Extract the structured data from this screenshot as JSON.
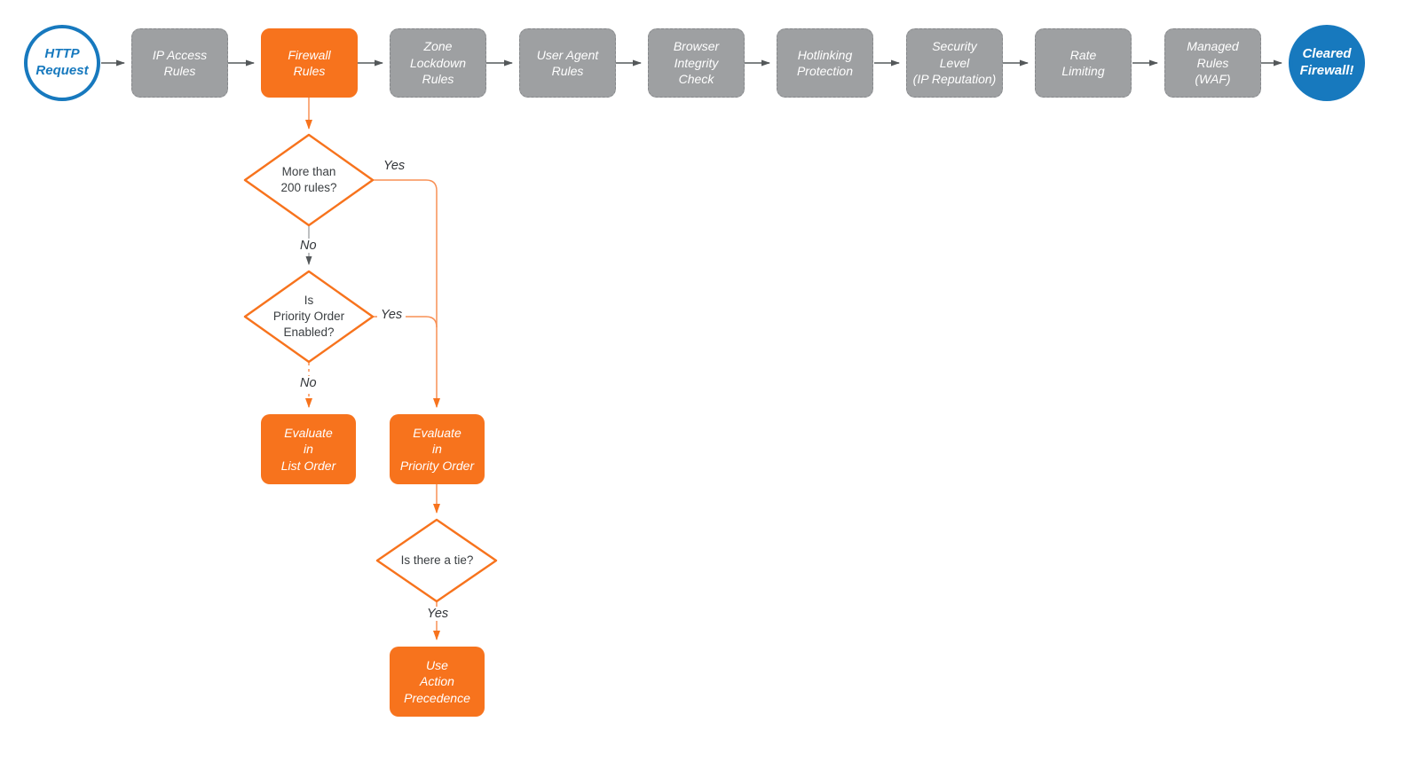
{
  "colors": {
    "orange": "#F7731D",
    "blue": "#1779BE",
    "gray_box": "#9EA0A2",
    "arrow_gray": "#54585A"
  },
  "pipeline": {
    "start_label": "HTTP\nRequest",
    "steps": [
      {
        "label": "IP Access\nRules",
        "style": "gray"
      },
      {
        "label": "Firewall\nRules",
        "style": "orange"
      },
      {
        "label": "Zone\nLockdown\nRules",
        "style": "gray"
      },
      {
        "label": "User Agent\nRules",
        "style": "gray"
      },
      {
        "label": "Browser\nIntegrity\nCheck",
        "style": "gray"
      },
      {
        "label": "Hotlinking\nProtection",
        "style": "gray"
      },
      {
        "label": "Security\nLevel\n(IP Reputation)",
        "style": "gray"
      },
      {
        "label": "Rate\nLimiting",
        "style": "gray"
      },
      {
        "label": "Managed\nRules\n(WAF)",
        "style": "gray"
      }
    ],
    "end_label": "Cleared\nFirewall!"
  },
  "decisions": {
    "more_than_200": "More than\n200 rules?",
    "priority_enabled": "Is\nPriority Order\nEnabled?",
    "tie": "Is there a tie?"
  },
  "actions": {
    "evaluate_list": "Evaluate\nin\nList Order",
    "evaluate_priority": "Evaluate\nin\nPriority Order",
    "use_action_precedence": "Use\nAction\nPrecedence"
  },
  "edge_labels": {
    "d1_yes": "Yes",
    "d1_no": "No",
    "d2_yes": "Yes",
    "d2_no": "No",
    "d3_yes": "Yes"
  }
}
